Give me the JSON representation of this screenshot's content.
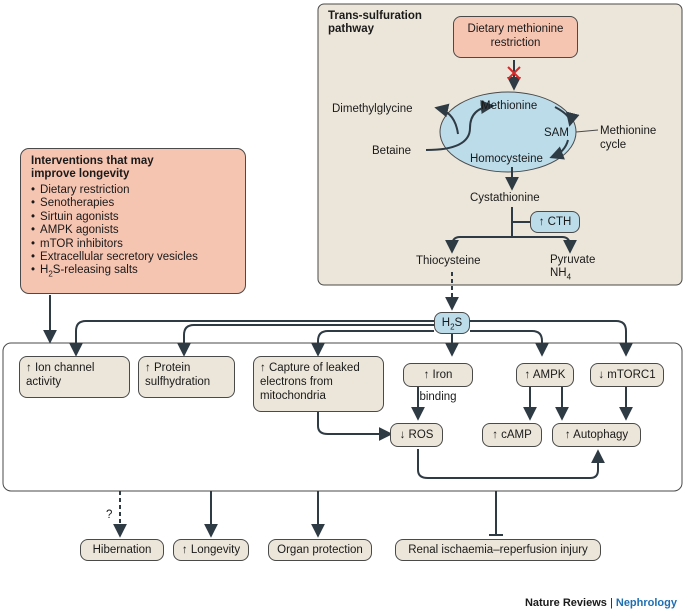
{
  "trans": {
    "title": "Trans-sulfuration pathway",
    "dietary_restriction": "Dietary methionine restriction",
    "methionine": "Methionine",
    "sam": "SAM",
    "homocysteine": "Homocysteine",
    "methionine_cycle": "Methionine cycle",
    "dimethylglycine": "Dimethylglycine",
    "betaine": "Betaine",
    "cystathionine": "Cystathionine",
    "cth": "↑ CTH",
    "thiocysteine": "Thiocysteine",
    "pyruvate": "Pyruvate",
    "nh4": "NH",
    "nh4_sub": "4"
  },
  "interventions": {
    "title": "Interventions that may improve longevity",
    "items": [
      "Dietary restriction",
      "Senotherapies",
      "Sirtuin agonists",
      "AMPK agonists",
      "mTOR inhibitors",
      "Extracellular secretory vesicles",
      "H2S-releasing salts"
    ],
    "h2s_item": {
      "pre": "H",
      "sub": "2",
      "post": "S-releasing salts"
    }
  },
  "h2s": {
    "pre": "H",
    "sub": "2",
    "post": "S"
  },
  "effects": {
    "ion_channel": "↑ Ion channel activity",
    "protein": "↑ Protein sulfhydration",
    "capture": "↑ Capture of leaked electrons from mitochondria",
    "iron": "↑ Iron binding",
    "ampk": "↑ AMPK",
    "mtorc1": "↓ mTORC1",
    "ros": "↓ ROS",
    "camp": "↑ cAMP",
    "autophagy": "↑ Autophagy"
  },
  "outcomes": {
    "hibernation": "Hibernation",
    "question": "?",
    "longevity": "↑ Longevity",
    "organ": "Organ protection",
    "renal": "Renal ischaemia–reperfusion injury"
  },
  "footer": {
    "journal": "Nature Reviews",
    "separator": " | ",
    "section": "Nephrology",
    "section_color": "#1f6fb2"
  },
  "colors": {
    "panel": "#ece6da",
    "salmon": "#f6c5b2",
    "blue": "#bcdcea",
    "arrow": "#2f3b44",
    "cross": "#d62a2a"
  }
}
